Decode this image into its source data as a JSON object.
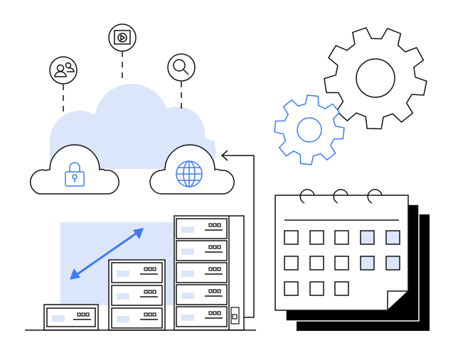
{
  "colors": {
    "stroke": "#111111",
    "accent_blue": "#3d7cf2",
    "light_blue_fill": "#dbe6fb",
    "background": "#ffffff"
  },
  "icons": [
    "users-icon",
    "video-play-icon",
    "search-icon",
    "lock-icon",
    "globe-icon",
    "gear-icon",
    "calendar-icon",
    "server-rack-icon",
    "double-arrow-icon"
  ],
  "calendar": {
    "highlighted_cells": [
      [
        0,
        3
      ],
      [
        0,
        4
      ],
      [
        1,
        3
      ],
      [
        1,
        4
      ]
    ],
    "rows": [
      5,
      5,
      3
    ]
  }
}
